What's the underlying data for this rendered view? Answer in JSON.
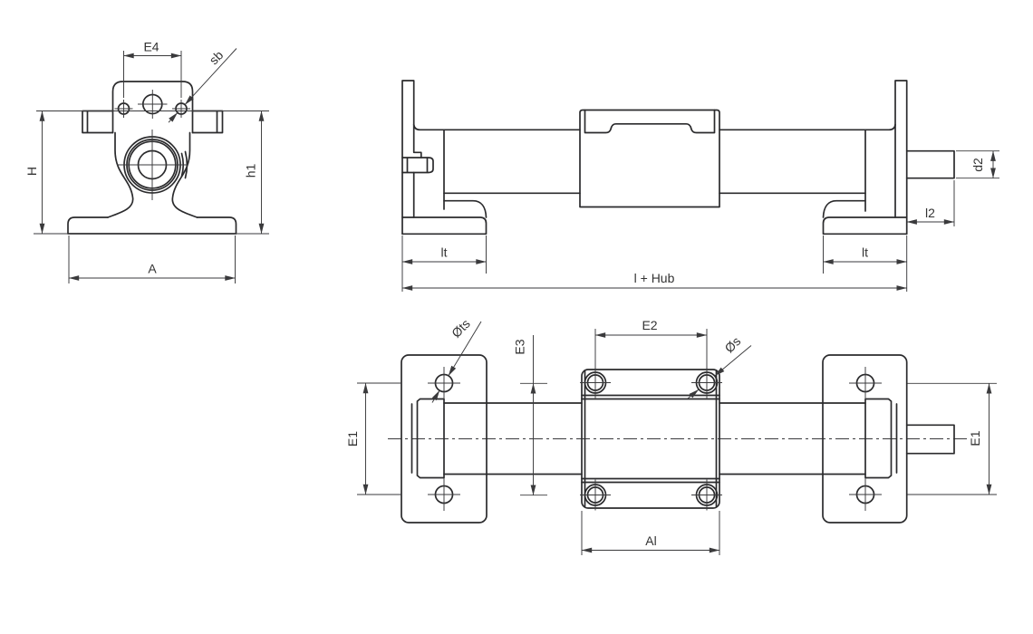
{
  "drawing": {
    "front_view": {
      "labels": {
        "e4": "E4",
        "sb": "sb",
        "h": "H",
        "h1": "h1",
        "a": "A"
      }
    },
    "side_view": {
      "labels": {
        "lt_left": "lt",
        "lt_right": "lt",
        "l_hub": "l + Hub",
        "l2": "l2",
        "d2": "d2"
      }
    },
    "plan_view": {
      "labels": {
        "dts": "Øts",
        "e3": "E3",
        "e2": "E2",
        "ds": "Øs",
        "e1_left": "E1",
        "e1_right": "E1",
        "al": "Al"
      }
    },
    "colors": {
      "outline": "#2b2b2d",
      "dimension": "#3a3a3c",
      "text": "#333333",
      "background": "#ffffff"
    }
  }
}
